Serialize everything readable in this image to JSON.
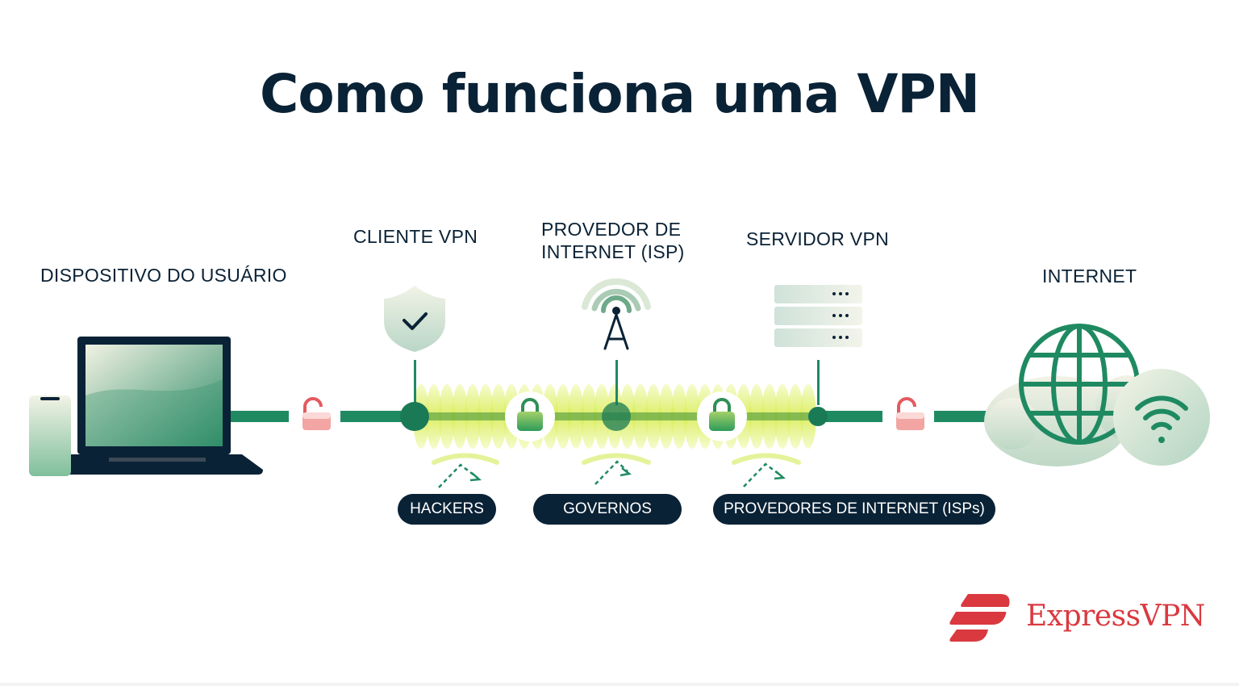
{
  "title": "Como funciona uma VPN",
  "nodes": {
    "device": "DISPOSITIVO DO USUÁRIO",
    "client": "CLIENTE VPN",
    "isp_line1": "PROVEDOR DE",
    "isp_line2": "INTERNET (ISP)",
    "server": "SERVIDOR VPN",
    "internet": "INTERNET"
  },
  "observers": {
    "hackers": "HACKERS",
    "governments": "GOVERNOS",
    "isps": "PROVEDORES DE INTERNET (ISPs)"
  },
  "brand": {
    "name": "ExpressVPN"
  },
  "colors": {
    "dark_navy": "#0a2236",
    "green": "#1f8a62",
    "tunnel_lime": "#d3ea4a",
    "brand_red": "#da3940"
  }
}
